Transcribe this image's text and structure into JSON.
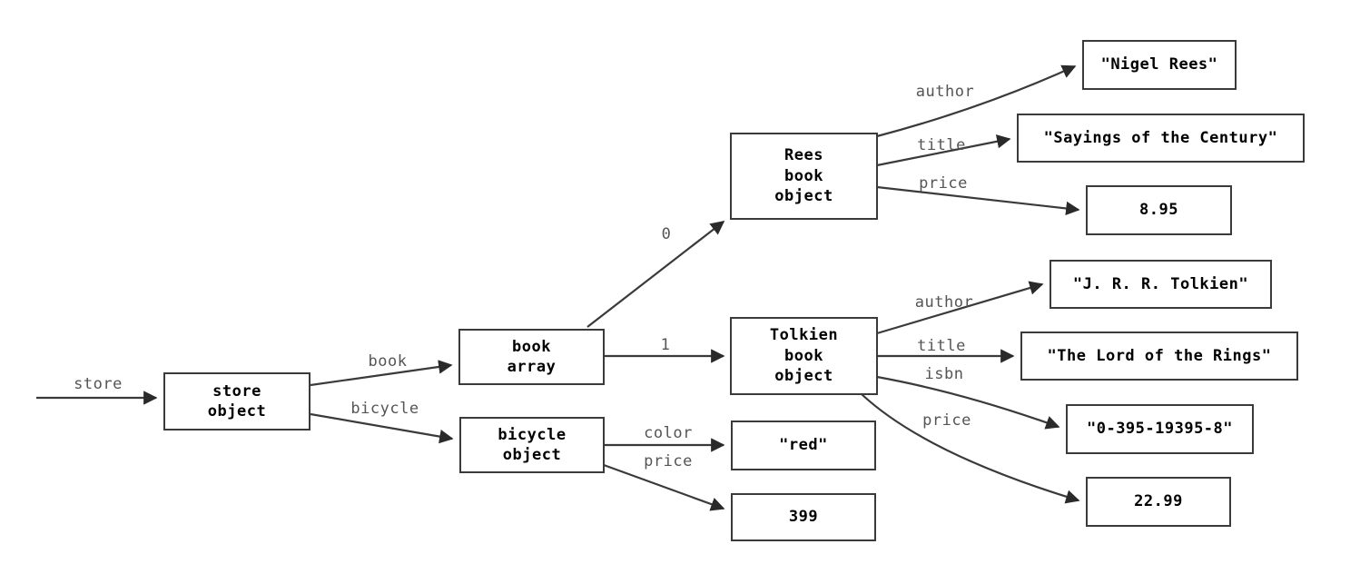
{
  "diagram": {
    "title": "JSONPath store object graph",
    "type": "object-reference-diagram",
    "background_color": "#ffffff",
    "box_border_color": "#3a3a3a",
    "edge_color": "#3a3a3a",
    "edge_label_color": "#555555",
    "node_text_color": "#000000"
  },
  "nodes": {
    "root_in": {
      "label": "store"
    },
    "store": {
      "line1": "store",
      "line2": "object"
    },
    "book_array": {
      "line1": "book",
      "line2": "array"
    },
    "bicycle": {
      "line1": "bicycle",
      "line2": "object"
    },
    "rees": {
      "line1": "Rees",
      "line2": "book",
      "line3": "object"
    },
    "tolkien": {
      "line1": "Tolkien",
      "line2": "book",
      "line3": "object"
    },
    "rees_author": {
      "value": "\"Nigel Rees\""
    },
    "rees_title": {
      "value": "\"Sayings of the Century\""
    },
    "rees_price": {
      "value": "8.95"
    },
    "tolkien_author": {
      "value": "\"J. R. R. Tolkien\""
    },
    "tolkien_title": {
      "value": "\"The Lord of the Rings\""
    },
    "tolkien_isbn": {
      "value": "\"0-395-19395-8\""
    },
    "tolkien_price": {
      "value": "22.99"
    },
    "bicycle_color": {
      "value": "\"red\""
    },
    "bicycle_price": {
      "value": "399"
    }
  },
  "edges": {
    "entry_store": {
      "label": "store"
    },
    "store_book": {
      "label": "book"
    },
    "store_bicycle": {
      "label": "bicycle"
    },
    "array_zero": {
      "label": "0"
    },
    "array_one": {
      "label": "1"
    },
    "rees_author": {
      "label": "author"
    },
    "rees_title": {
      "label": "title"
    },
    "rees_price": {
      "label": "price"
    },
    "tolkien_author": {
      "label": "author"
    },
    "tolkien_title": {
      "label": "title"
    },
    "tolkien_isbn": {
      "label": "isbn"
    },
    "tolkien_price": {
      "label": "price"
    },
    "bicycle_color": {
      "label": "color"
    },
    "bicycle_price": {
      "label": "price"
    }
  }
}
